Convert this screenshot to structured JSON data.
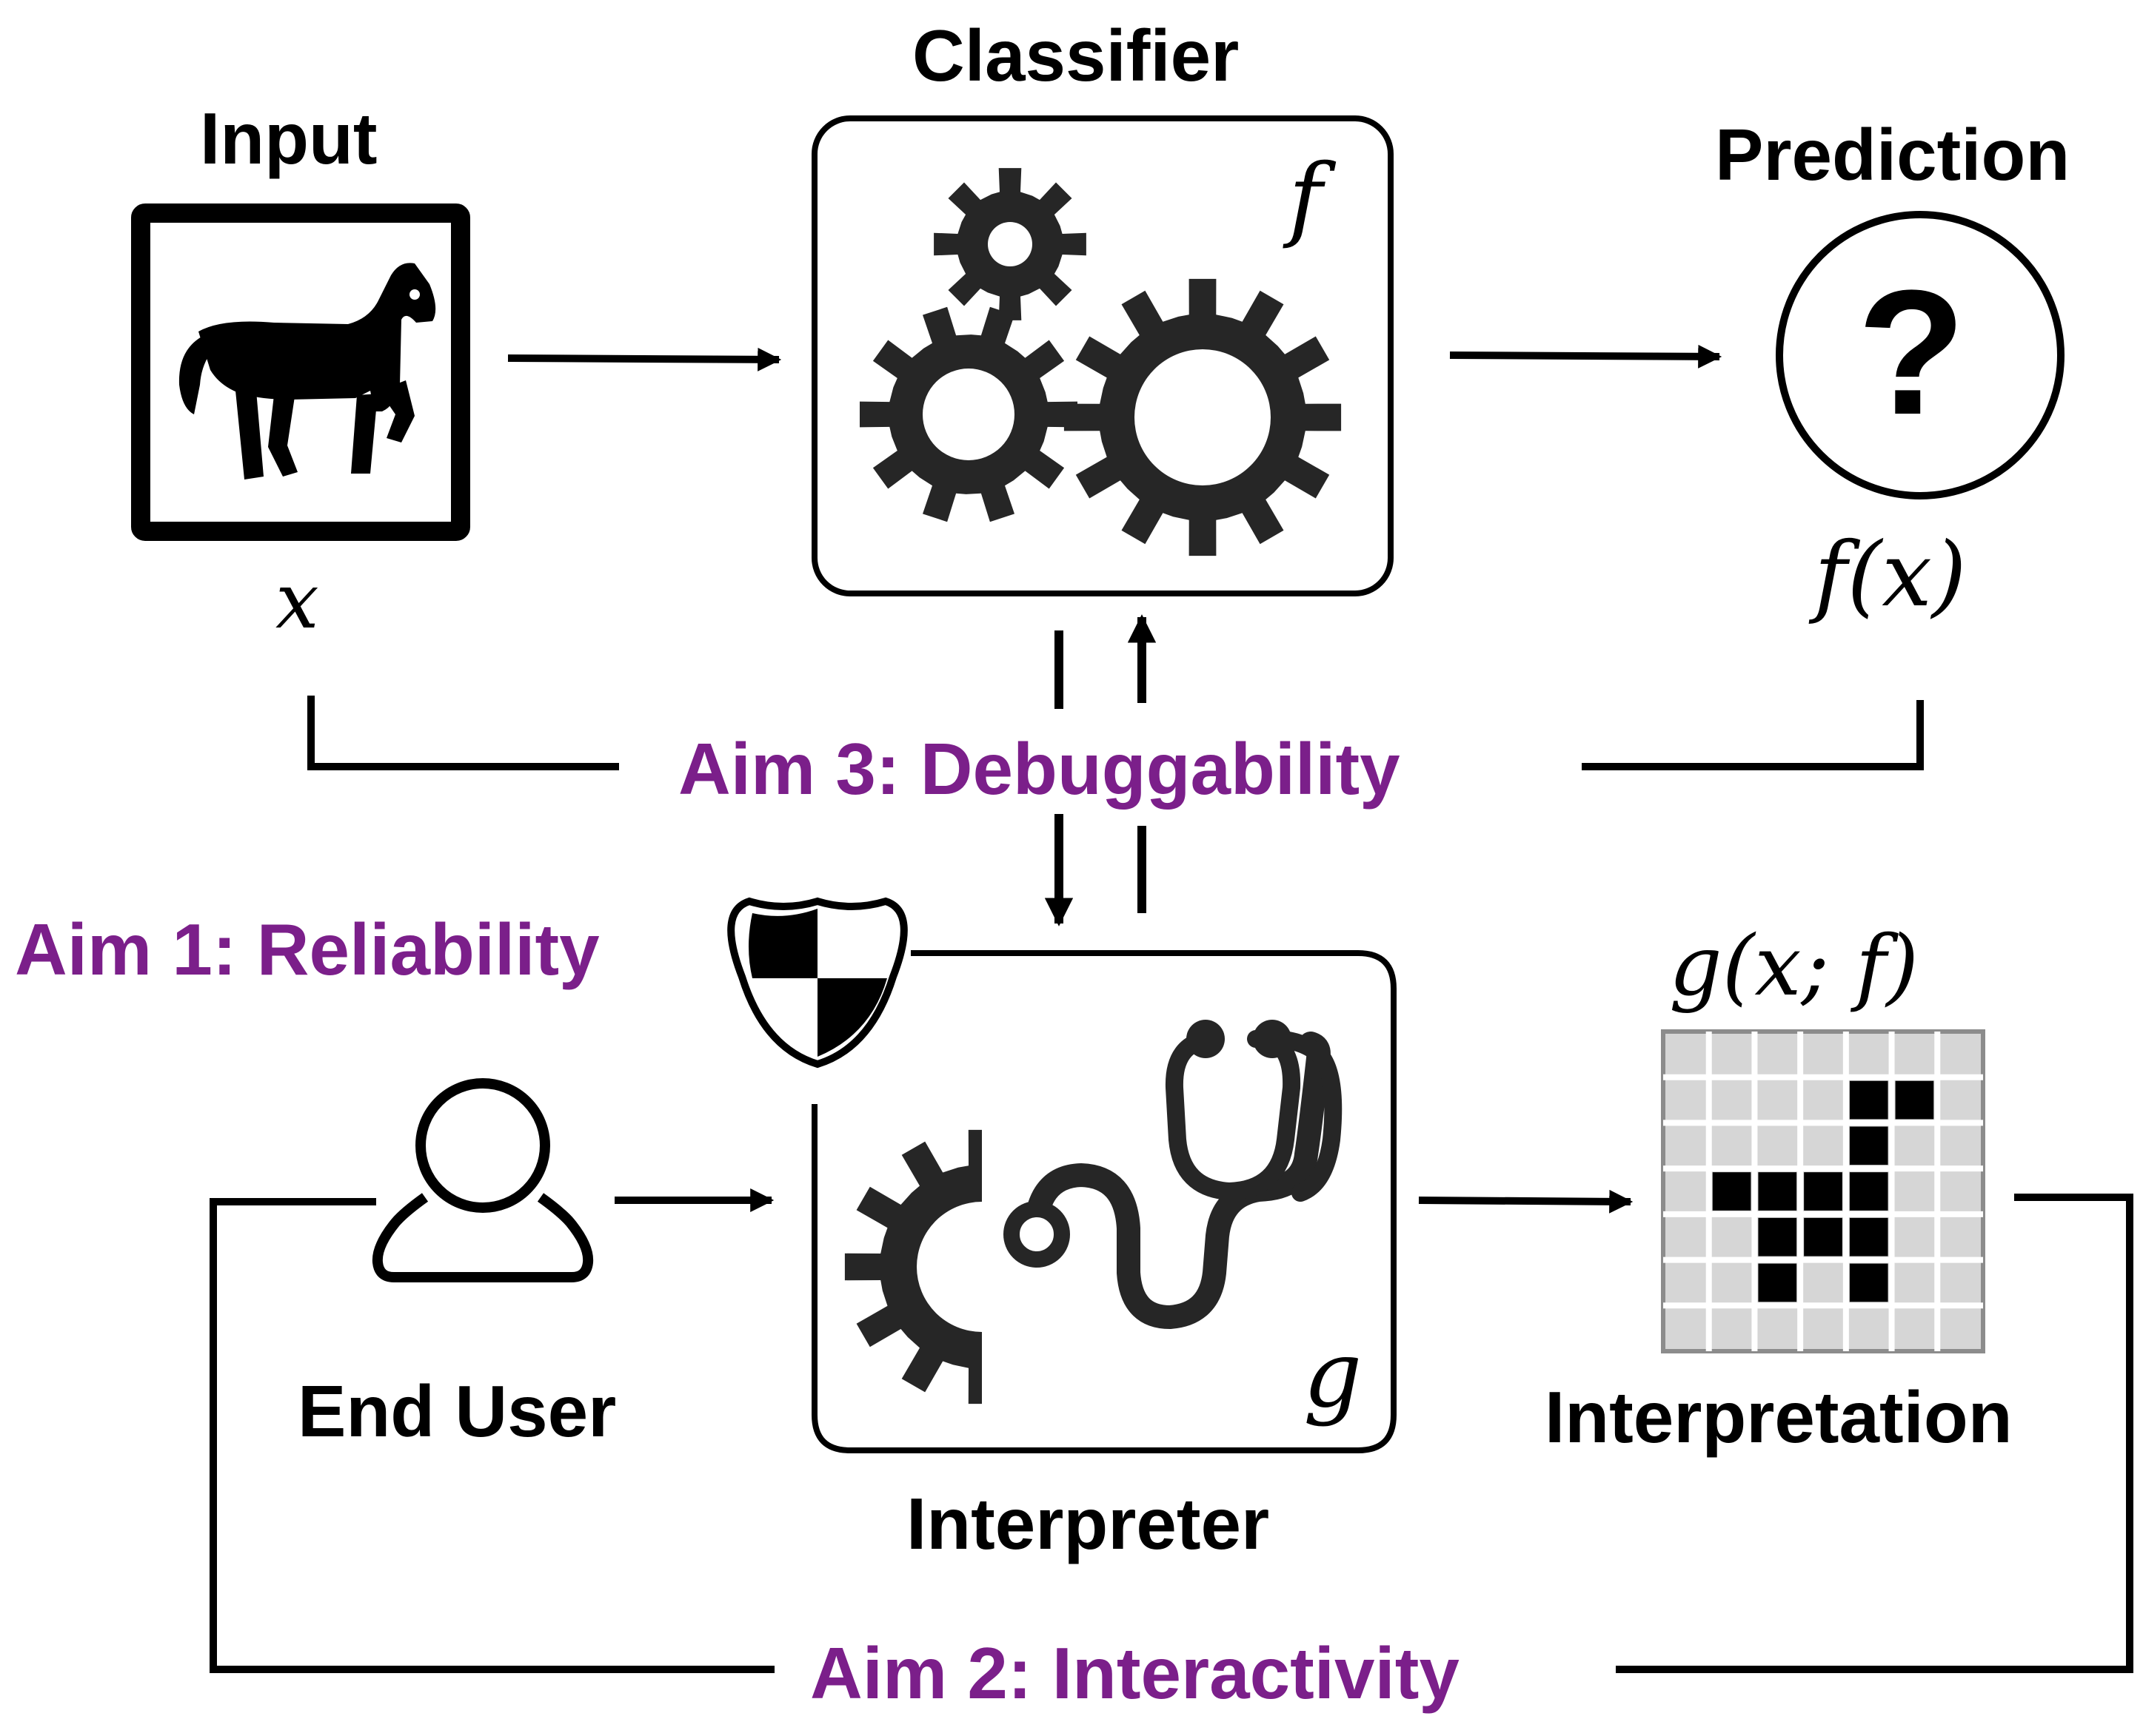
{
  "colors": {
    "ink": "#000000",
    "gear": "#262626",
    "aim": "#7B1F8A",
    "grid_bg": "#D6D6D6",
    "grid_line": "#8C8C8C"
  },
  "labels": {
    "input": "Input",
    "classifier": "Classifier",
    "prediction": "Prediction",
    "end_user": "End User",
    "interpreter": "Interpreter",
    "interpretation": "Interpretation"
  },
  "math": {
    "x": "x",
    "f": "f",
    "fx": "f(x)",
    "g": "g",
    "gxf": "g(x; f)",
    "question": "?"
  },
  "aims": {
    "reliability": "Aim 1: Reliability",
    "interactivity": "Aim 2: Interactivity",
    "debuggability": "Aim 3: Debuggability"
  },
  "icons": [
    "horse-icon",
    "gears-icon",
    "question-icon",
    "user-icon",
    "shield-icon",
    "stethoscope-gear-icon",
    "saliency-grid-icon"
  ],
  "interpretation_grid": {
    "size": [
      7,
      7
    ],
    "filled": [
      [
        1,
        4
      ],
      [
        1,
        5
      ],
      [
        2,
        4
      ],
      [
        3,
        1
      ],
      [
        3,
        2
      ],
      [
        3,
        3
      ],
      [
        3,
        4
      ],
      [
        4,
        2
      ],
      [
        4,
        3
      ],
      [
        4,
        4
      ],
      [
        5,
        2
      ],
      [
        5,
        4
      ]
    ]
  }
}
